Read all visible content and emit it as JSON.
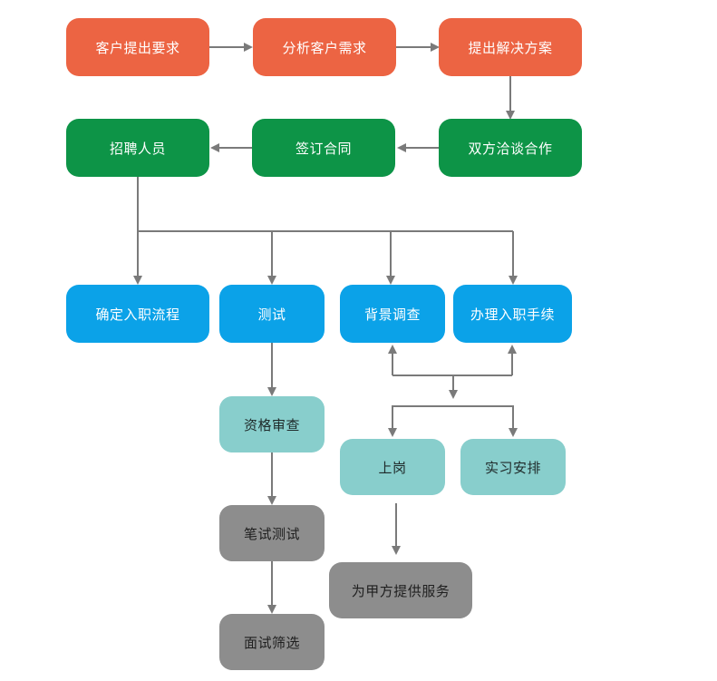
{
  "nodes": {
    "client_request": "客户提出要求",
    "analyze": "分析客户需求",
    "propose": "提出解决方案",
    "negotiate": "双方洽谈合作",
    "sign": "签订合同",
    "recruit": "招聘人员",
    "onboard_flow": "确定入职流程",
    "test": "测试",
    "background": "背景调查",
    "onboard_proc": "办理入职手续",
    "qualify": "资格审查",
    "written": "笔试测试",
    "interview": "面试筛选",
    "post": "上岗",
    "intern": "实习安排",
    "serve": "为甲方提供服务"
  },
  "colors": {
    "line": "#7a7a7a",
    "orange": "#ec6443",
    "green": "#0d9447",
    "blue": "#0ba2e8",
    "teal": "#88cecc",
    "gray": "#8d8d8d"
  }
}
